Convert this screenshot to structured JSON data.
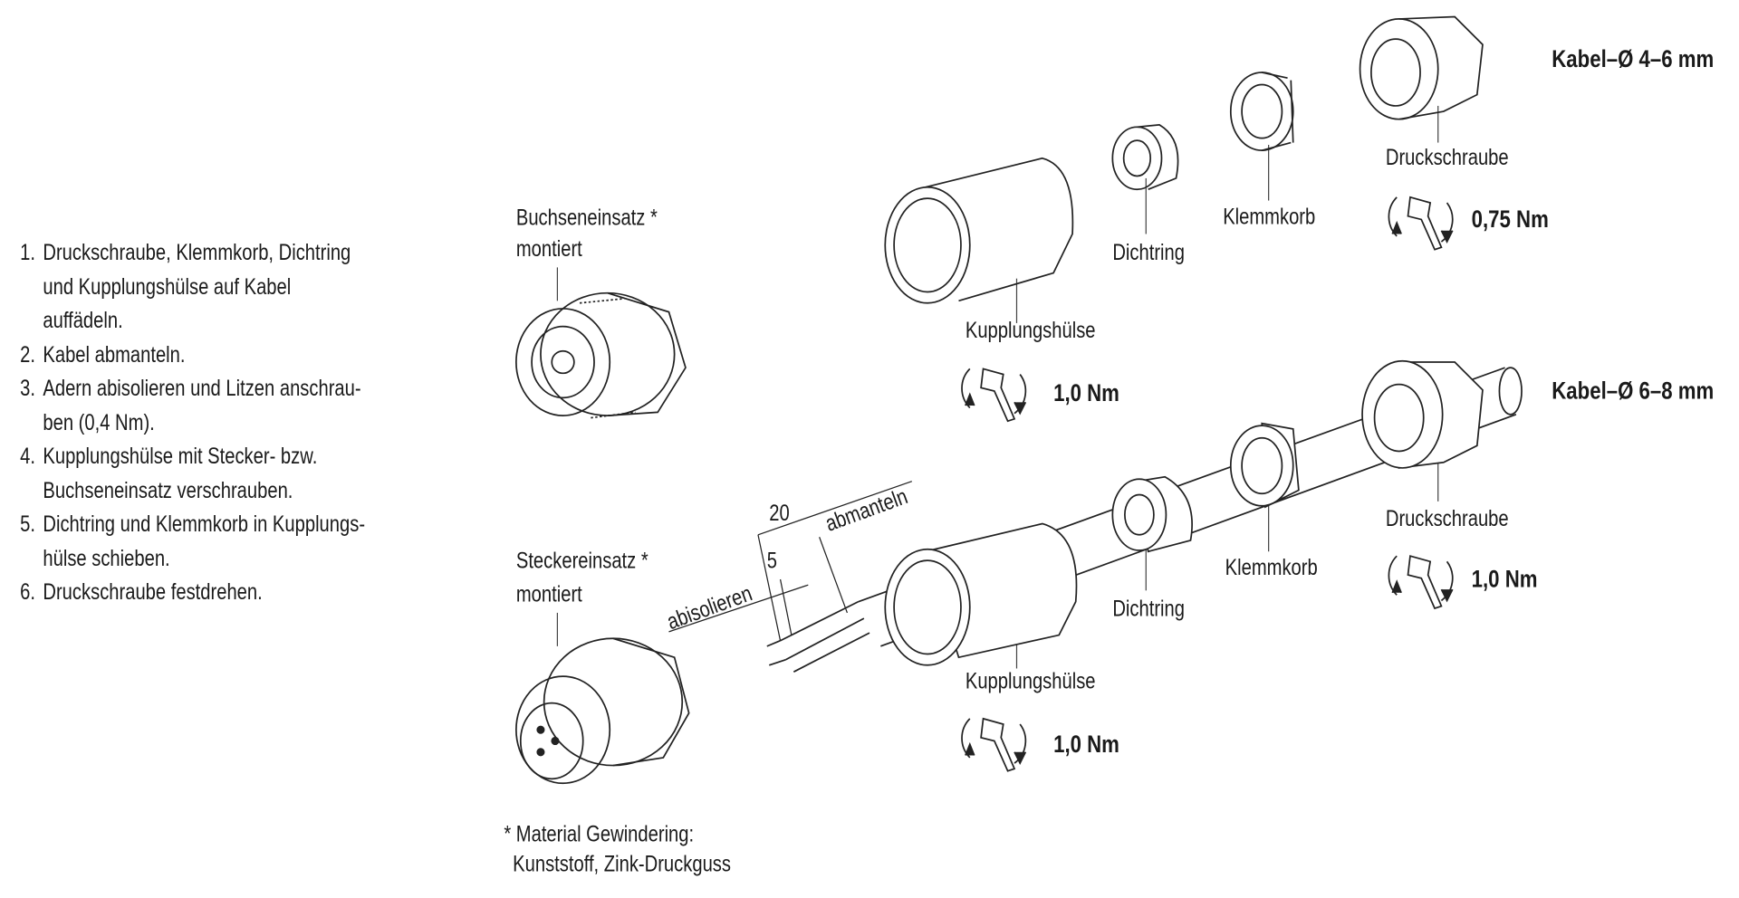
{
  "instructions": [
    {
      "num": "1.",
      "lines": [
        "Druckschraube, Klemmkorb, Dichtring",
        "und Kupplungshülse auf Kabel",
        "auffädeln."
      ]
    },
    {
      "num": "2.",
      "lines": [
        "Kabel abmanteln."
      ]
    },
    {
      "num": "3.",
      "lines": [
        "Adern abisolieren und Litzen anschrau-",
        "ben (0,4 Nm)."
      ]
    },
    {
      "num": "4.",
      "lines": [
        "Kupplungshülse mit Stecker- bzw.",
        "Buchseneinsatz verschrauben."
      ]
    },
    {
      "num": "5.",
      "lines": [
        "Dichtring und Klemmkorb in Kupplungs-",
        "hülse schieben."
      ]
    },
    {
      "num": "6.",
      "lines": [
        "Druckschraube festdrehen."
      ]
    }
  ],
  "labels": {
    "socket_insert": "Buchseneinsatz *",
    "socket_mounted": "montiert",
    "plug_insert": "Steckereinsatz *",
    "plug_mounted": "montiert",
    "footnote_1": "* Material Gewindering:",
    "footnote_2": "Kunststoff, Zink-Druckguss",
    "cable_small": "Kabel–Ø 4–6 mm",
    "cable_large": "Kabel–Ø 6–8 mm",
    "pressure_screw": "Druckschraube",
    "clamp_basket": "Klemmkorb",
    "sealing_ring": "Dichtring",
    "coupling_sleeve": "Kupplungshülse",
    "torque_top_screw": "0,75 Nm",
    "torque_top_sleeve": "1,0 Nm",
    "torque_bottom_screw": "1,0 Nm",
    "torque_bottom_sleeve": "1,0 Nm",
    "dim_20": "20",
    "dim_5": "5",
    "strip_jacket": "abmanteln",
    "strip_insulation": "abisolieren"
  }
}
